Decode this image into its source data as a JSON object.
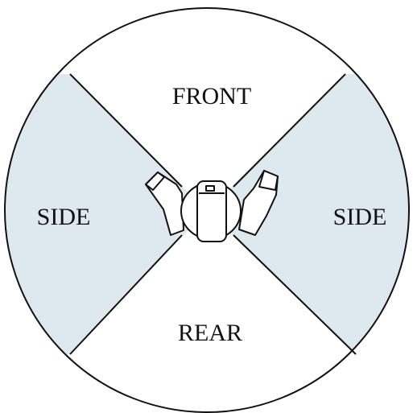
{
  "diagram": {
    "zones": {
      "front": {
        "label": "FRONT"
      },
      "left": {
        "label": "SIDE"
      },
      "right": {
        "label": "SIDE"
      },
      "rear": {
        "label": "REAR"
      }
    },
    "colors": {
      "side_fill": "#dde9ef",
      "front_rear_fill": "#ffffff",
      "stroke": "#111111",
      "background": "#ffffff"
    },
    "center_figure": {
      "icon": "person-with-raised-arms-icon"
    }
  }
}
